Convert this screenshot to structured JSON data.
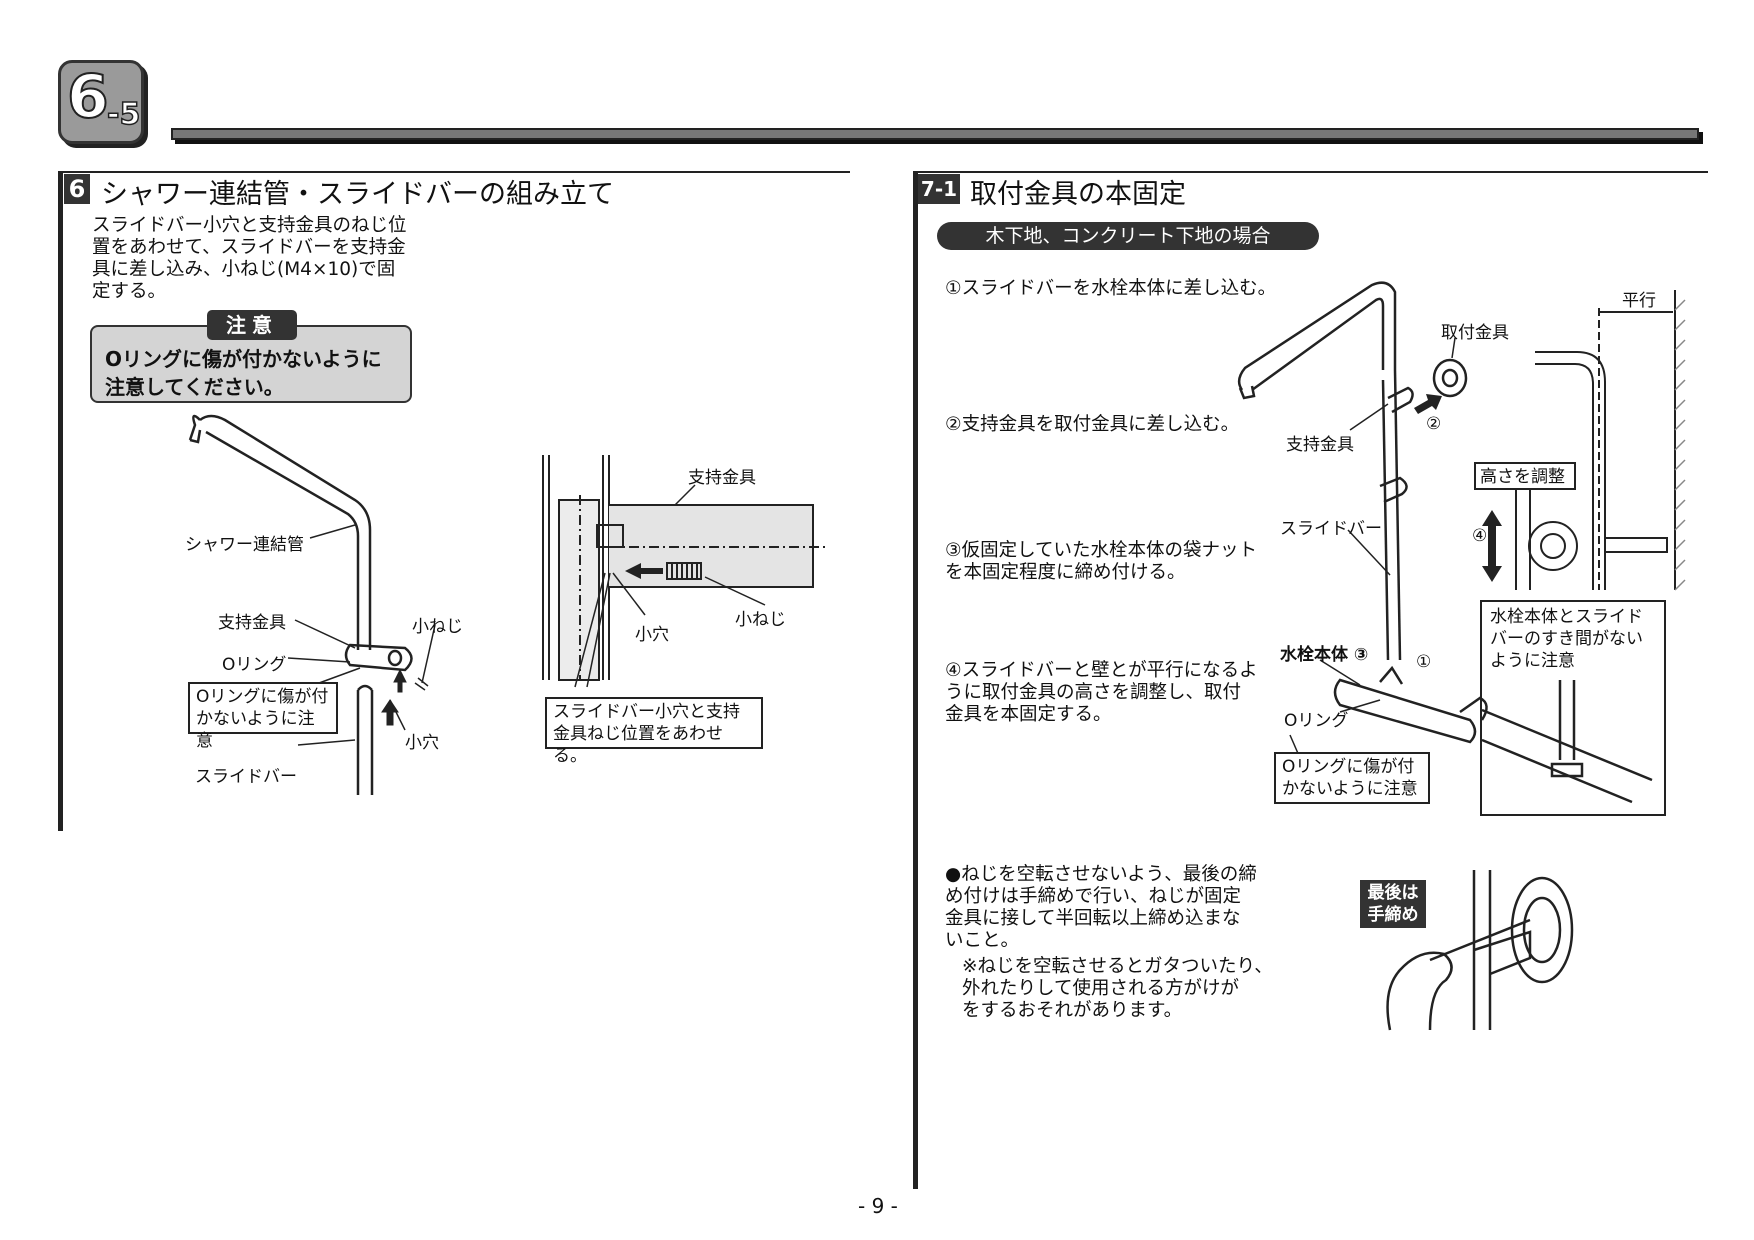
{
  "header": {
    "section_main": "6",
    "section_sub": "-5"
  },
  "section6": {
    "num": "6",
    "title": "シャワー連結管・スライドバーの組み立て",
    "instruction": "スライドバー小穴と支持金具のねじ位\n置をあわせて、スライドバーを支持金\n具に差し込み、小ねじ(M4×10)で固\n定する。",
    "caution_label": "注意",
    "caution_text": "Oリングに傷が付かないように\n注意してください。",
    "fig1": {
      "shower_pipe": "シャワー連結管",
      "support_bracket": "支持金具",
      "o_ring": "Oリング",
      "o_ring_note": "Oリングに傷が付\nかないように注意",
      "slide_bar": "スライドバー",
      "small_screw": "小ねじ",
      "small_hole": "小穴"
    },
    "fig2": {
      "support_bracket": "支持金具",
      "small_hole": "小穴",
      "small_screw": "小ねじ",
      "note": "スライドバー小穴と支持\n金具ねじ位置をあわせる。"
    }
  },
  "section7": {
    "num": "7-1",
    "title": "取付金具の本固定",
    "subtitle": "木下地、コンクリート下地の場合",
    "steps": [
      "①スライドバーを水栓本体に差し込む。",
      "②支持金具を取付金具に差し込む。",
      "③仮固定していた水栓本体の袋ナット\nを本固定程度に締め付ける。",
      "④スライドバーと壁とが平行になるよ\nうに取付金具の高さを調整し、取付\n金具を本固定する。"
    ],
    "fig": {
      "mount_bracket": "取付金具",
      "support_bracket": "支持金具",
      "slide_bar": "スライドバー",
      "faucet_body": "水栓本体 ③",
      "o_ring": "Oリング",
      "o_ring_note": "Oリングに傷が付\nかないように注意",
      "circle1": "①",
      "circle2": "②",
      "circle4": "④",
      "height_adjust": "高さを調整",
      "parallel": "平行",
      "gap_note": "水栓本体とスライド\nバーのすき間がない\nように注意"
    },
    "note": "●ねじを空転させないよう、最後の締\nめ付けは手締めで行い、ねじが固定\n金具に接して半回転以上締め込まな\nいこと。",
    "subnote": "※ねじを空転させるとガタついたり、\n外れたりして使用される方がけが\nをするおそれがあります。",
    "hand_label": "最後は\n手締め"
  },
  "page_number": "- 9 -"
}
